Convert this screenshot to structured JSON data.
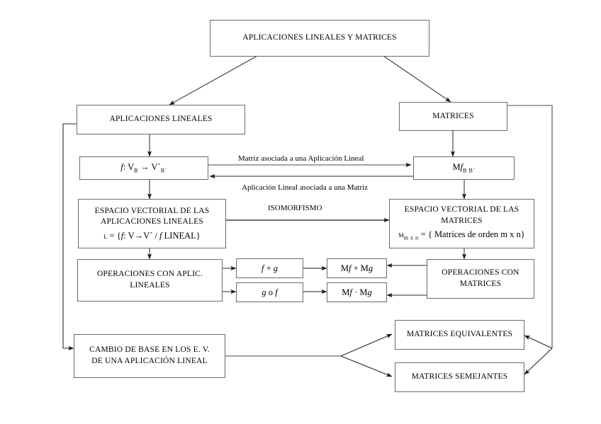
{
  "diagram": {
    "title": "APLICACIONES LINEALES Y MATRICES",
    "line_color": "#6b6b6b",
    "arrow_color": "#1a1a1a",
    "text_color": "#000000",
    "background": "#ffffff",
    "nodes": {
      "root": {
        "label": "APLICACIONES LINEALES Y MATRICES"
      },
      "aplicaciones_lineales": {
        "label": "APLICACIONES LINEALES"
      },
      "matrices": {
        "label": "MATRICES"
      },
      "f_map": {
        "prefix": "f",
        "body": ": V",
        "sub1": "B",
        "arrow": " → V´",
        "sub2": "B´"
      },
      "mf_map": {
        "prefix": "M",
        "italic": "f",
        "sub": "B B´"
      },
      "ev_aplicaciones": {
        "line1": "ESPACIO VECTORIAL DE LAS",
        "line2": "APLICACIONES LINEALES",
        "formula_l": "L",
        "formula_rest": " = {",
        "formula_f1": "f",
        "formula_mid": ": V→V´ / ",
        "formula_f2": "f",
        "formula_end": " LINEAL}"
      },
      "ev_matrices": {
        "line1": "ESPACIO VECTORIAL DE LAS",
        "line2": "MATRICES",
        "formula_m": "M",
        "formula_sub": "m x n",
        "formula_rest": " = { Matrices de orden m x n}"
      },
      "oper_aplicaciones": {
        "line1": "OPERACIONES CON APLIC.",
        "line2": "LINEALES"
      },
      "oper_matrices": {
        "line1": "OPERACIONES CON",
        "line2": "MATRICES"
      },
      "suma_f": {
        "f": "f",
        "op": " + ",
        "g": "g"
      },
      "comp_f": {
        "g": "g",
        "op": " o ",
        "f": "f"
      },
      "suma_m": {
        "m1": "M",
        "f": "f",
        "op": " + M",
        "g": "g"
      },
      "prod_m": {
        "m1": "M",
        "f": "f",
        "op": " · M",
        "g": "g"
      },
      "cambio_base": {
        "line1": "CAMBIO DE BASE EN LOS E. V.",
        "line2": "DE UNA APLICACIÓN LINEAL"
      },
      "matrices_equivalentes": {
        "label": "MATRICES EQUIVALENTES"
      },
      "matrices_semejantes": {
        "label": "MATRICES SEMEJANTES"
      }
    },
    "edge_labels": {
      "matriz_asociada": "Matriz asociada a una Aplicación  Lineal",
      "aplicacion_asociada": "Aplicación Lineal asociada a una Matriz",
      "isomorfismo": "ISOMORFISMO"
    }
  }
}
